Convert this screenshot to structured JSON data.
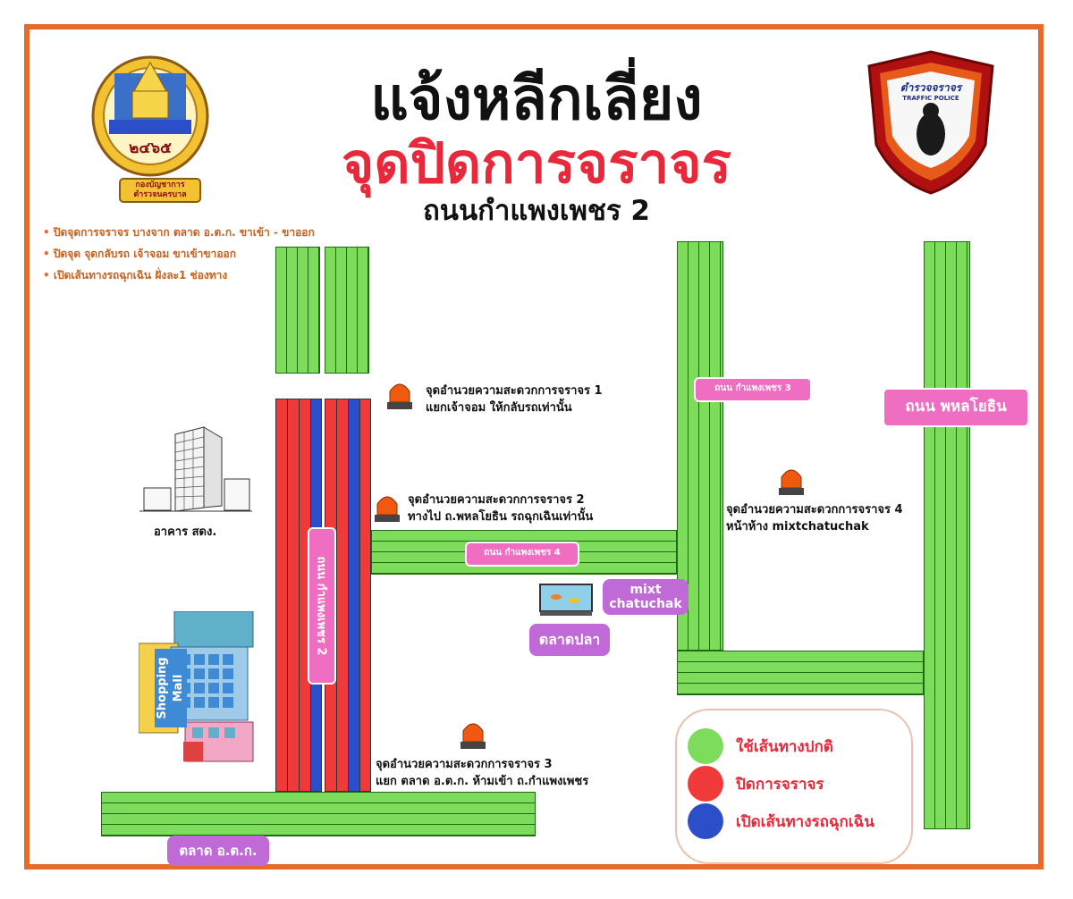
{
  "header": {
    "title_line1": "แจ้งหลีกเลี่ยง",
    "title_line2": "จุดปิดการจราจร",
    "title_line3": "ถนนกำแพงเพชร 2"
  },
  "logos": {
    "left_seal_number": "๒๔๖๕",
    "left_seal_banner": "กองบัญชาการ ตำรวจนครบาล",
    "right_badge_text": "ตำรวจจราจร",
    "right_badge_sub": "TRAFFIC POLICE"
  },
  "notes": [
    "ปิดจุดการจราจร บางจาก ตลาด อ.ต.ก. ขาเข้า - ขาออก",
    "ปิดจุด จุดกลับรถ เจ้าจอม ขาเข้าขาออก",
    "เปิดเส้นทางรถฉุกเฉิน ฝั่งละ1 ช่องทาง"
  ],
  "road_labels": {
    "kamphaeng_phet_2": "ถนน กำแพงเพชร 2",
    "kamphaeng_phet_3": "ถนน กำแพงเพชร 3",
    "kamphaeng_phet_4": "ถนน กำแพงเพชร 4",
    "phahonyothin": "ถนน พหลโยธิน"
  },
  "places": {
    "building": "อาคาร สดง.",
    "mall": "Shopping Mall",
    "fish_market": "ตลาดปลา",
    "mixt": "mixt chatuchak",
    "ortorkor": "ตลาด อ.ต.ก."
  },
  "checkpoints": [
    {
      "title": "จุดอำนวยความสะดวกการจราจร 1",
      "detail": "แยกเจ้าจอม ให้กลับรถเท่านั้น"
    },
    {
      "title": "จุดอำนวยความสะดวกการจราจร 2",
      "detail": "ทางไป ถ.พหลโยธิน รถฉุกเฉินเท่านั้น"
    },
    {
      "title": "จุดอำนวยความสะดวกการจราจร 3",
      "detail": "แยก ตลาด อ.ต.ก. ห้ามเข้า ถ.กำแพงเพชร"
    },
    {
      "title": "จุดอำนวยความสะดวกการจราจร 4",
      "detail": "หน้าห้าง mixtchatuchak"
    }
  ],
  "legend": [
    {
      "label": "ใช้เส้นทางปกติ",
      "color": "#7ddc5c"
    },
    {
      "label": "ปิดการจราจร",
      "color": "#f03a3a"
    },
    {
      "label": "เปิดเส้นทางรถฉุกเฉิน",
      "color": "#2c4fc9"
    }
  ],
  "colors": {
    "frame": "#e8692c",
    "normal_road": "#7ddc5c",
    "closed": "#f03a3a",
    "emergency": "#2c4fc9",
    "title_red": "#e8293b"
  }
}
